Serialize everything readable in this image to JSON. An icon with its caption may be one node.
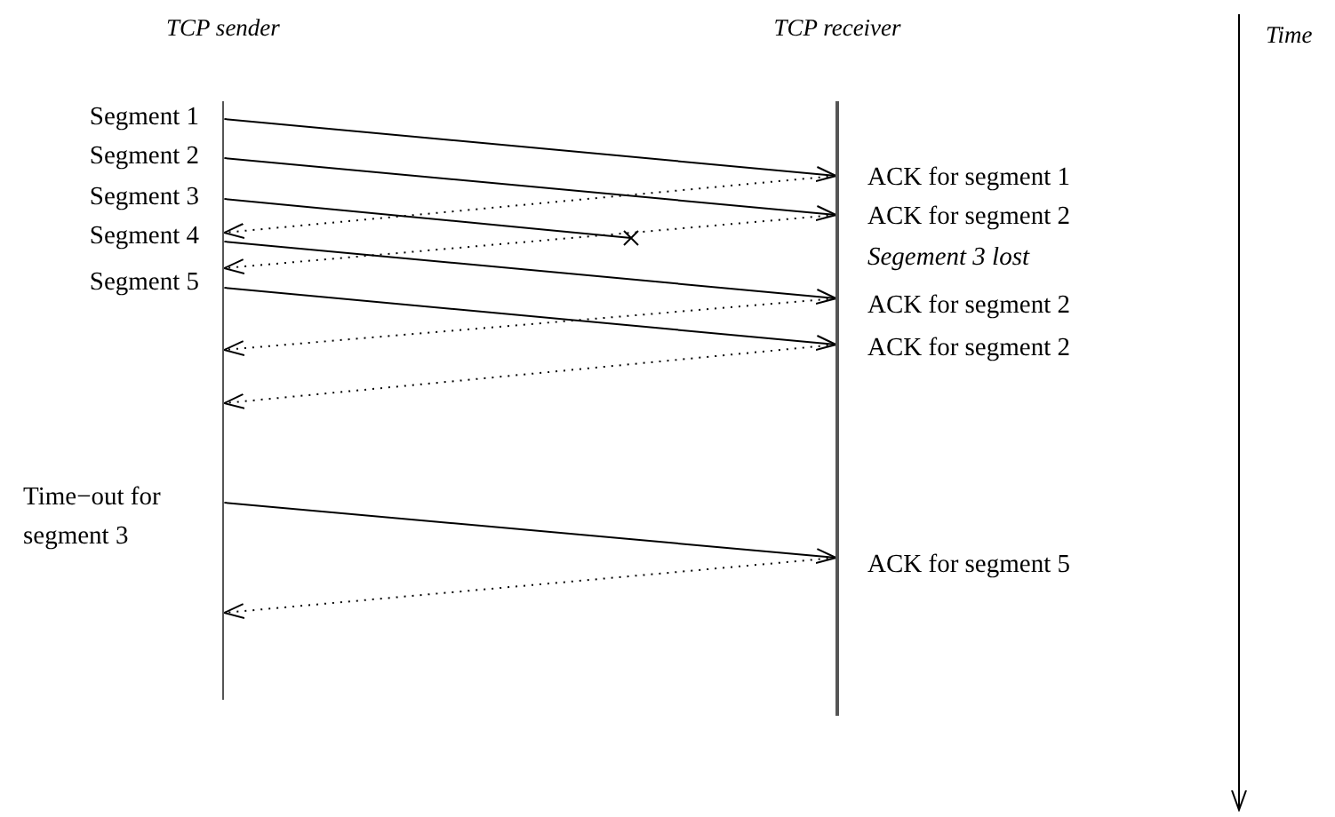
{
  "diagram": {
    "nodes": [
      {
        "text": [
          "TCP sender"
        ]
      },
      {
        "text": [
          "TCP receiver"
        ]
      }
    ],
    "edges": [
      {
        "from": 0,
        "to": 1,
        "arrow": "to",
        "label": "Segment 1"
      },
      {
        "from": 0,
        "to": 1,
        "arrow": "to",
        "label": "Segment 2"
      },
      {
        "from": 1,
        "to": 0,
        "arrow": "to",
        "style": "dashed",
        "label": "ACK for segment 1"
      },
      {
        "from": 0,
        "to": null,
        "arrow": "other",
        "label": "Segment 3"
      },
      {
        "from": 1,
        "to": 0,
        "arrow": "to",
        "style": "dashed",
        "label": "ACK for segment 2"
      },
      {
        "from": 0,
        "to": 1,
        "arrow": "to",
        "label": "Segment 4"
      },
      {
        "from": 0,
        "to": 1,
        "arrow": "to",
        "label": "Segment 5"
      },
      {
        "from": 1,
        "to": 0,
        "arrow": "to",
        "style": "dashed",
        "label": "ACK for segment 2"
      },
      {
        "from": 1,
        "to": 0,
        "arrow": "to",
        "style": "dashed",
        "label": "ACK for segment 2"
      },
      {
        "from": 0,
        "to": 1,
        "arrow": "to",
        "label": "Time−out for segment 3"
      },
      {
        "from": 1,
        "to": 0,
        "arrow": "to",
        "style": "dashed",
        "label": "ACK for segment 5"
      }
    ],
    "labels": [
      "Segement 3 lost",
      "Time"
    ]
  }
}
